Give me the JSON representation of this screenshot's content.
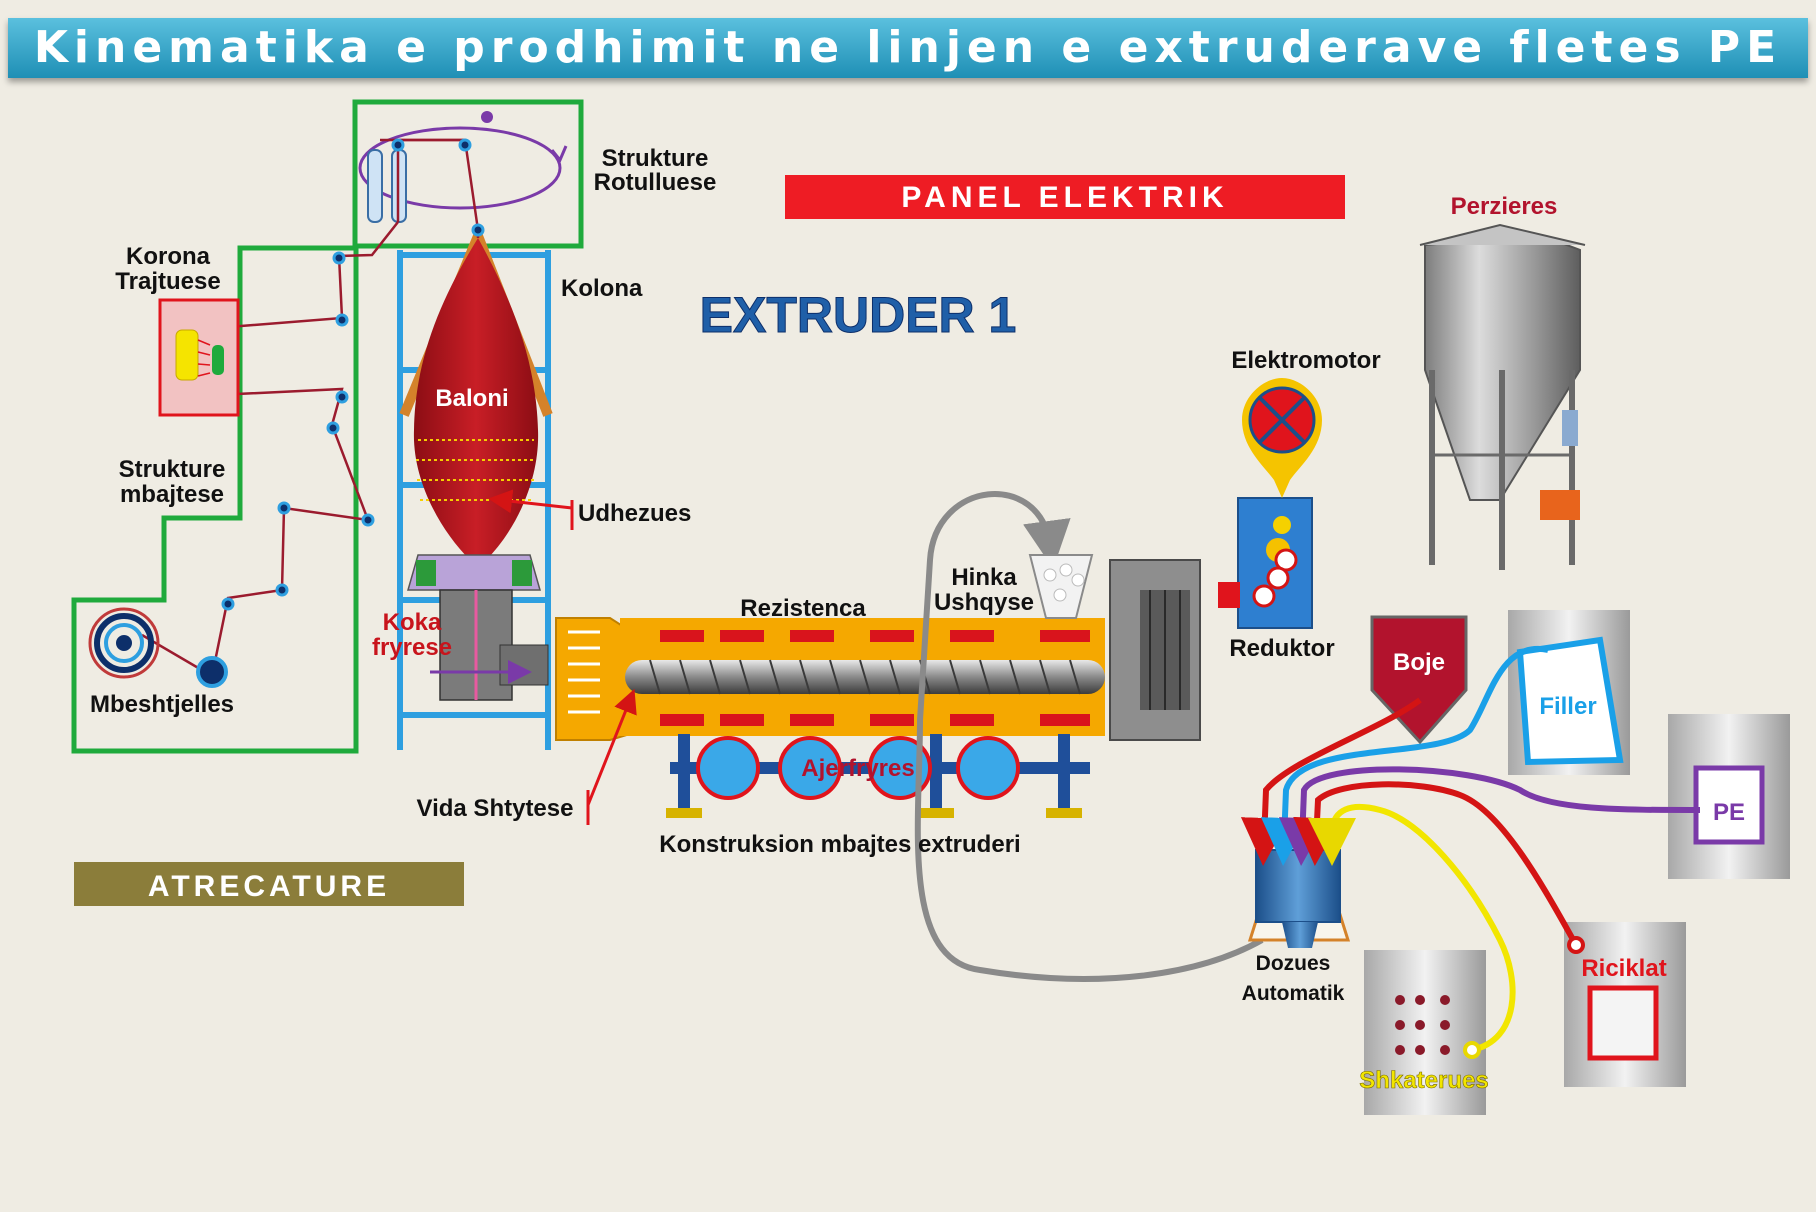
{
  "title": "Kinematika e prodhimit ne linjen e extruderave  fletes PE",
  "panel_label": "PANEL    ELEKTRIK",
  "extruder_label": "EXTRUDER 1",
  "attribute_label": "ATRECATURE",
  "labels": {
    "strukture_rotulluese_1": "Strukture",
    "strukture_rotulluese_2": "Rotulluese",
    "korona_1": "Korona",
    "korona_2": "Trajtuese",
    "kolona": "Kolona",
    "baloni": "Baloni",
    "strukture_mbajtese_1": "Strukture",
    "strukture_mbajtese_2": "mbajtese",
    "udhezues": "Udhezues",
    "koka_1": "Koka",
    "koka_2": "fryrese",
    "mbeshtjelles": "Mbeshtjelles",
    "rezistenca": "Rezistenca",
    "hinka_1": "Hinka",
    "hinka_2": "Ushqyse",
    "reduktor": "Reduktor",
    "elektromotor": "Elektromotor",
    "perzieres": "Perzieres",
    "vida": "Vida Shtytese",
    "ajerfryres": "Ajerfryres",
    "konstruksion": "Konstruksion mbajtes extruderi",
    "boje": "Boje",
    "filler": "Filler",
    "pe": "PE",
    "dozues_1": "Dozues",
    "dozues_2": "Automatik",
    "riciklat": "Riciklat",
    "shkaterues": "Shkaterues"
  },
  "colors": {
    "title_bar": "#2aa4cc",
    "panel": "#ee1c24",
    "extruder_text": "#1f5fa8",
    "attribute_bar": "#8b7d3a",
    "frame_green": "#1faa3c",
    "frame_blue": "#2e9fe0",
    "barrel": "#f5a800",
    "heater": "#d9141c",
    "line_red": "#d41414",
    "line_blue": "#1aa0e8",
    "line_purple": "#7a3aa8",
    "line_yellow": "#f2e600"
  }
}
